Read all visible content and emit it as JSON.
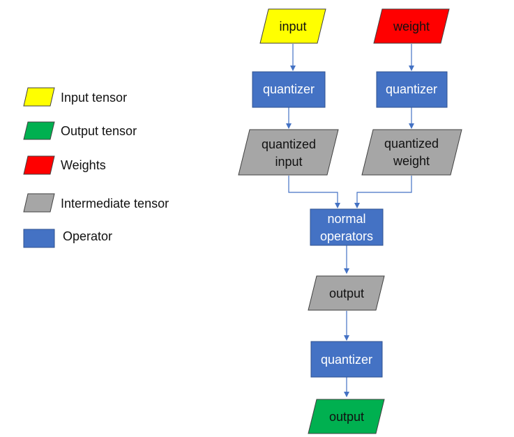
{
  "legend": {
    "items": [
      {
        "label": "Input tensor",
        "kind": "tensor",
        "color": "#ffff00"
      },
      {
        "label": "Output tensor",
        "kind": "tensor",
        "color": "#00b050"
      },
      {
        "label": "Weights",
        "kind": "tensor",
        "color": "#ff0000"
      },
      {
        "label": "Intermediate tensor",
        "kind": "tensor",
        "color": "#a6a6a6"
      },
      {
        "label": "Operator",
        "kind": "operator",
        "color": "#4472c4"
      }
    ]
  },
  "nodes": {
    "input": {
      "lines": [
        "input"
      ],
      "kind": "tensor",
      "color": "#ffff00",
      "text": "dark"
    },
    "weight": {
      "lines": [
        "weight"
      ],
      "kind": "tensor",
      "color": "#ff0000",
      "text": "dark"
    },
    "quantizer_input": {
      "lines": [
        "quantizer"
      ],
      "kind": "operator",
      "color": "#4472c4",
      "text": "light"
    },
    "quantizer_weight": {
      "lines": [
        "quantizer"
      ],
      "kind": "operator",
      "color": "#4472c4",
      "text": "light"
    },
    "quantized_input": {
      "lines": [
        "quantized",
        "input"
      ],
      "kind": "tensor",
      "color": "#a6a6a6",
      "text": "dark"
    },
    "quantized_weight": {
      "lines": [
        "quantized",
        "weight"
      ],
      "kind": "tensor",
      "color": "#a6a6a6",
      "text": "dark"
    },
    "normal_operators": {
      "lines": [
        "normal",
        "operators"
      ],
      "kind": "operator",
      "color": "#4472c4",
      "text": "light"
    },
    "output_intermediate": {
      "lines": [
        "output"
      ],
      "kind": "tensor",
      "color": "#a6a6a6",
      "text": "dark"
    },
    "quantizer_output": {
      "lines": [
        "quantizer"
      ],
      "kind": "operator",
      "color": "#4472c4",
      "text": "light"
    },
    "output_final": {
      "lines": [
        "output"
      ],
      "kind": "tensor",
      "color": "#00b050",
      "text": "dark"
    }
  },
  "edges": [
    {
      "from": "input",
      "to": "quantizer_input"
    },
    {
      "from": "weight",
      "to": "quantizer_weight"
    },
    {
      "from": "quantizer_input",
      "to": "quantized_input"
    },
    {
      "from": "quantizer_weight",
      "to": "quantized_weight"
    },
    {
      "from": "quantized_input",
      "to": "normal_operators"
    },
    {
      "from": "quantized_weight",
      "to": "normal_operators"
    },
    {
      "from": "normal_operators",
      "to": "output_intermediate"
    },
    {
      "from": "output_intermediate",
      "to": "quantizer_output"
    },
    {
      "from": "quantizer_output",
      "to": "output_final"
    }
  ],
  "colors": {
    "edge": "#4472c4"
  }
}
